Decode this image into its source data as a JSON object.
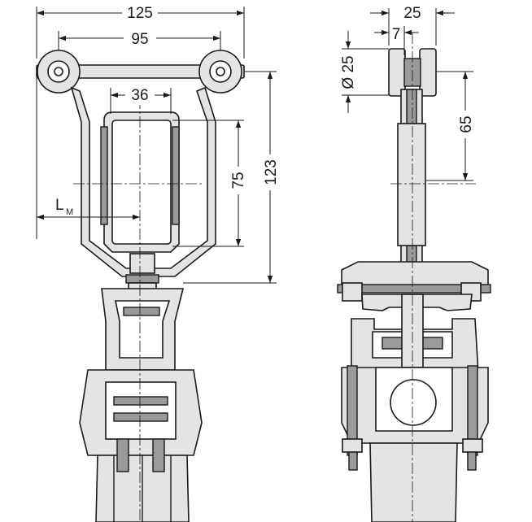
{
  "front_view": {
    "overall_width": "125",
    "roller_spacing": "95",
    "jaw_width": "36",
    "jaw_height": "75",
    "overall_height": "123",
    "lm_label": "L",
    "lm_subscript": "M"
  },
  "side_view": {
    "roller_width": "25",
    "flange_width": "7",
    "roller_diameter": "Ø 25",
    "axis_to_center": "65"
  }
}
